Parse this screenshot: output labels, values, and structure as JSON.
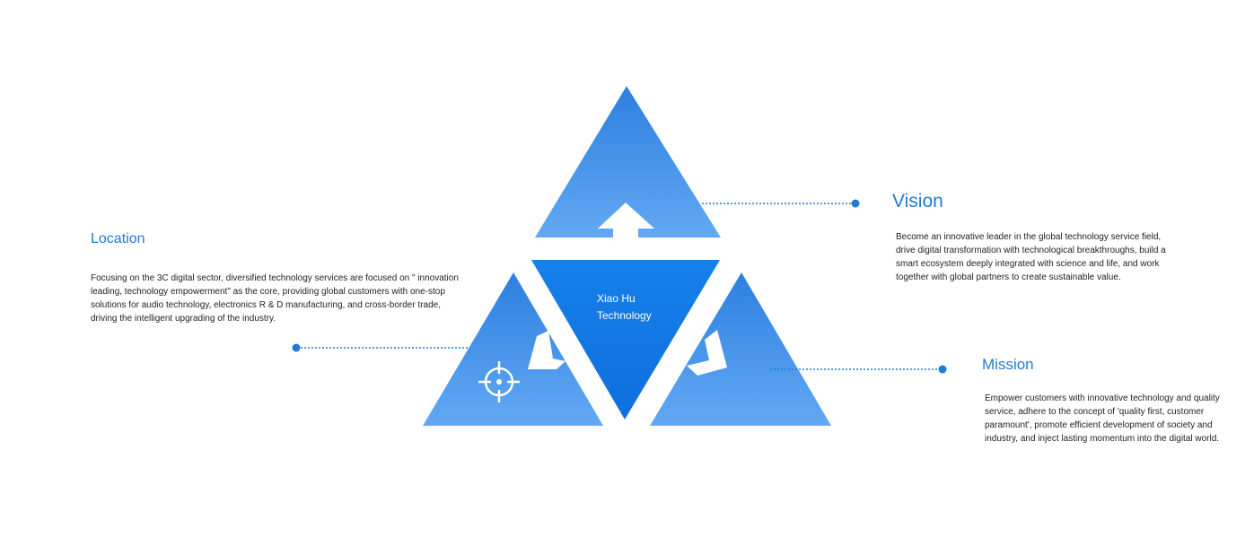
{
  "center": {
    "line1": "Xiao Hu",
    "line2": "Technology"
  },
  "location": {
    "title": "Location",
    "text": "Focusing on the 3C digital sector, diversified technology services are focused on \" innovation leading, technology empowerment\" as the core, providing global customers with one-stop solutions for audio technology, electronics R & D manufacturing, and cross-border trade, driving the intelligent upgrading of the industry."
  },
  "vision": {
    "title": "Vision",
    "text": "Become an innovative leader in the global technology service field, drive digital transformation with technological breakthroughs, build a smart ecosystem deeply integrated with science and life, and work together with global partners to create sustainable value."
  },
  "mission": {
    "title": "Mission",
    "text": "Empower customers with innovative technology and quality service, adhere to the concept of 'quality first, customer paramount', promote efficient development of society and industry, and inject lasting momentum into the digital world."
  },
  "colors": {
    "accent": "#1f7ad6",
    "center_triangle": "#1376e4",
    "triangle_top": "#2d7fe0",
    "triangle_bottom": "#63a9f3",
    "text": "#222222"
  },
  "icons": [
    "up-arrow-icon",
    "crosshair-icon",
    "down-left-arrow-icon",
    "down-right-arrow-icon"
  ]
}
